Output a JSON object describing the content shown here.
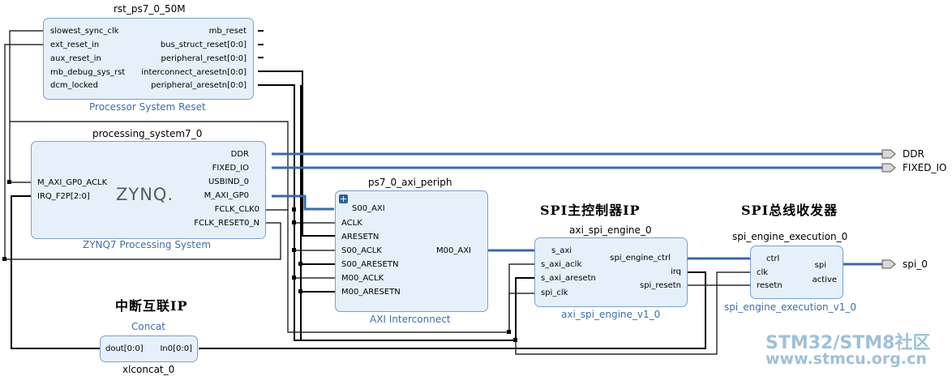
{
  "annotations": {
    "spi_master": "SPI主控制器IP",
    "spi_bus": "SPI总线收发器",
    "interrupt": "中断互联IP"
  },
  "rst": {
    "title": "rst_ps7_0_50M",
    "subtitle": "Processor System Reset",
    "in_ports": [
      "slowest_sync_clk",
      "ext_reset_in",
      "aux_reset_in",
      "mb_debug_sys_rst",
      "dcm_locked"
    ],
    "out_ports": [
      "mb_reset",
      "bus_struct_reset[0:0]",
      "peripheral_reset[0:0]",
      "interconnect_aresetn[0:0]",
      "peripheral_aresetn[0:0]"
    ]
  },
  "ps7": {
    "title": "processing_system7_0",
    "subtitle": "ZYNQ7 Processing System",
    "logo": "ZYNQ.",
    "in_ports": [
      "M_AXI_GP0_ACLK",
      "IRQ_F2P[2:0]"
    ],
    "out_ports": [
      "DDR",
      "FIXED_IO",
      "USBIND_0",
      "M_AXI_GP0",
      "FCLK_CLK0",
      "FCLK_RESET0_N"
    ]
  },
  "axi": {
    "title": "ps7_0_axi_periph",
    "subtitle": "AXI Interconnect",
    "in_ports": [
      "S00_AXI",
      "ACLK",
      "ARESETN",
      "S00_ACLK",
      "S00_ARESETN",
      "M00_ACLK",
      "M00_ARESETN"
    ],
    "out_ports": [
      "M00_AXI"
    ]
  },
  "spi_engine": {
    "title": "axi_spi_engine_0",
    "subtitle": "axi_spi_engine_v1_0",
    "in_ports": [
      "s_axi",
      "s_axi_aclk",
      "s_axi_aresetn",
      "spi_clk"
    ],
    "out_ports": [
      "spi_engine_ctrl",
      "irq",
      "spi_resetn"
    ]
  },
  "spi_exec": {
    "title": "spi_engine_execution_0",
    "subtitle": "spi_engine_execution_v1_0",
    "in_ports": [
      "ctrl",
      "clk",
      "resetn"
    ],
    "out_ports": [
      "spi",
      "active"
    ]
  },
  "concat": {
    "title": "Concat",
    "subtitle": "xlconcat_0",
    "in_ports": [
      "dout[0:0]",
      "In0[0:0]"
    ]
  },
  "externals": [
    "DDR",
    "FIXED_IO",
    "spi_0"
  ],
  "watermark": {
    "line1": "STM32/STM8社区",
    "line2": "www.stmcu.org.cn"
  },
  "colors": {
    "block_fill": "#e6f0fa",
    "block_border": "#7aa0c8",
    "bus": "#3a6aa5",
    "wire": "#000000",
    "subtitle": "#3e6ea8"
  }
}
